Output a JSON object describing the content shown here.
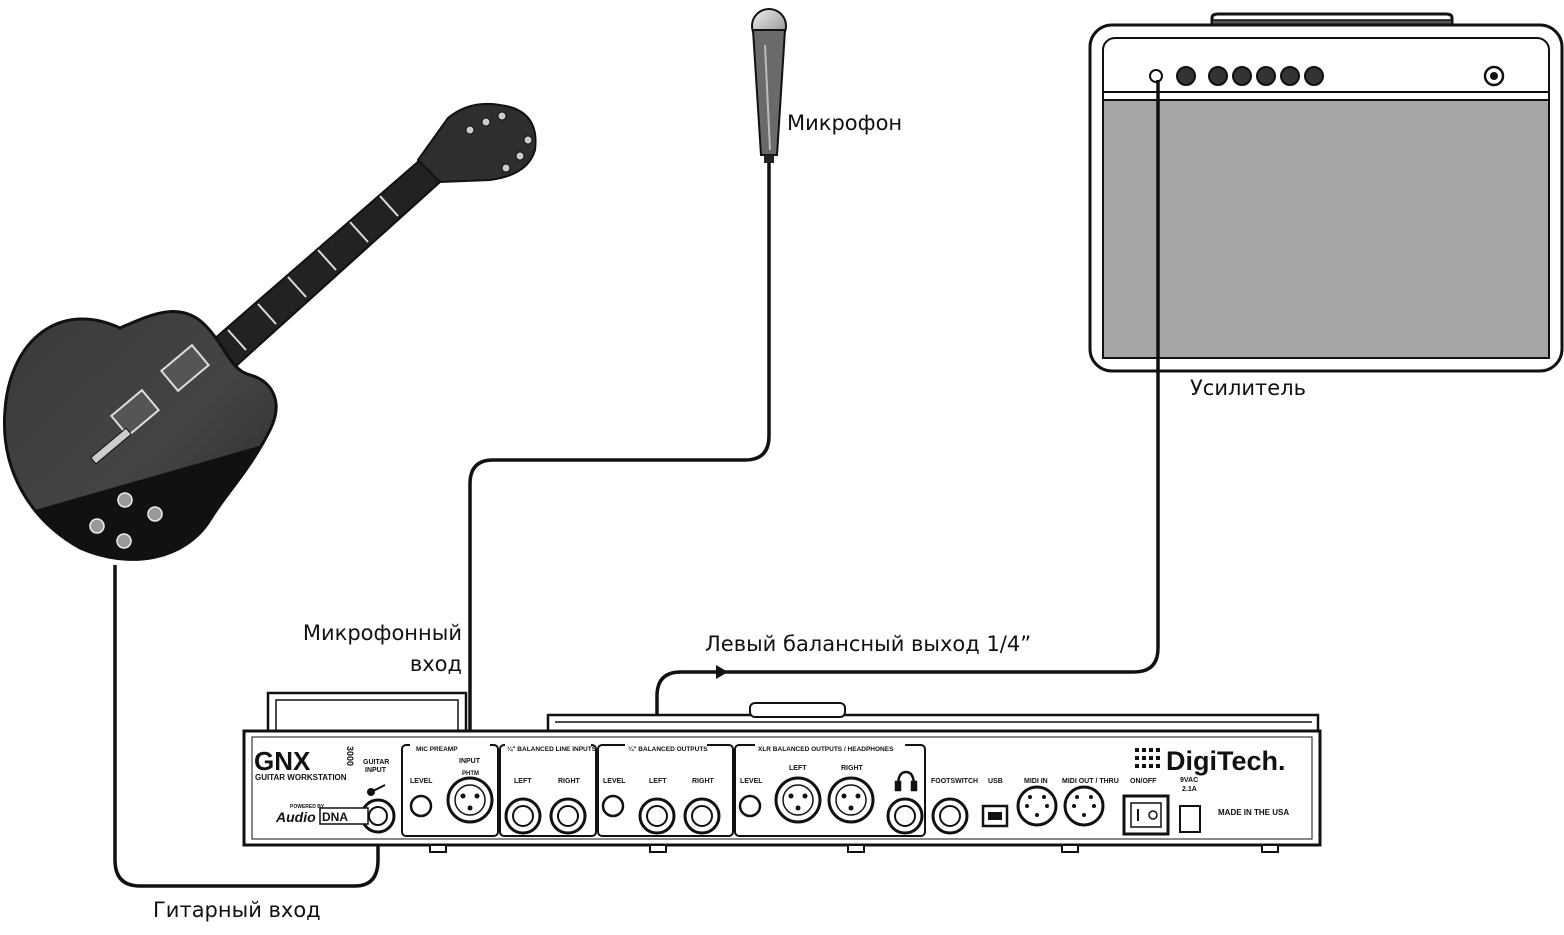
{
  "labels": {
    "microphone": "Микрофон",
    "amplifier": "Усилитель",
    "mic_input_line1": "Микрофонный",
    "mic_input_line2": "вход",
    "left_output": "Левый балансный выход 1/4”",
    "guitar_input": "Гитарный вход"
  },
  "device": {
    "model": "GNX",
    "model_number": "3000",
    "subtitle": "GUITAR WORKSTATION",
    "powered_by": "POWERED BY",
    "audio": "Audio",
    "dna": "DNA",
    "brand": "DigiTech.",
    "made_in": "MADE IN THE USA",
    "guitar_input_line1": "GUITAR",
    "guitar_input_line2": "INPUT",
    "sections": {
      "mic_preamp": "MIC PREAMP",
      "line_inputs": "¼\" BALANCED LINE INPUTS",
      "balanced_outputs": "¼\" BALANCED OUTPUTS",
      "xlr_outputs": "XLR BALANCED OUTPUTS / HEADPHONES"
    },
    "jacks": {
      "level": "LEVEL",
      "input": "INPUT",
      "phantom": "PHTM",
      "left": "LEFT",
      "right": "RIGHT",
      "footswitch": "FOOTSWITCH",
      "usb": "USB",
      "midi_in": "MIDI IN",
      "midi_out": "MIDI OUT / THRU",
      "on_off": "ON/OFF",
      "power_line1": "9VAC",
      "power_line2": "2.1A"
    }
  }
}
